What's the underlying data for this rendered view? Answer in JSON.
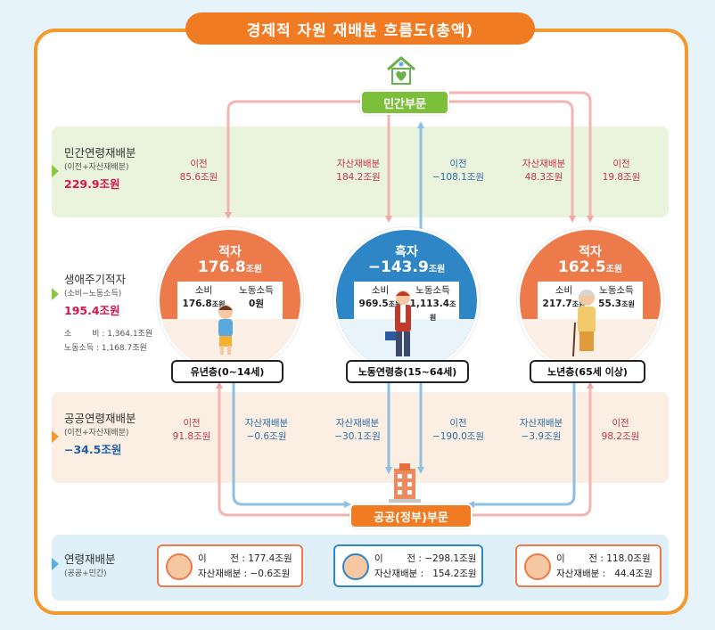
{
  "title": "경제적 자원 재배분 흐름도(총액)",
  "private_sector": "민간부문",
  "public_sector": "공공(정부)부문",
  "bands": {
    "private": {
      "label": "민간연령재배분",
      "sub": "(이전+자산재배분)",
      "value": "229.9조원"
    },
    "lifecycle": {
      "label": "생애주기적자",
      "sub": "(소비−노동소득)",
      "value": "195.4조원",
      "detail1": "소        비 : 1,364.1조원",
      "detail2": "노동소득 : 1,168.7조원"
    },
    "public": {
      "label": "공공연령재배분",
      "sub": "(이전+자산재배분)",
      "value": "−34.5조원"
    },
    "total": {
      "label": "연령재배분",
      "sub": "(공공+민간)"
    }
  },
  "private_flows": [
    {
      "label": "이전",
      "value": "85.6조원"
    },
    {
      "label": "자산재배분",
      "value": "184.2조원"
    },
    {
      "label": "이전",
      "value": "−108.1조원"
    },
    {
      "label": "자산재배분",
      "value": "48.3조원"
    },
    {
      "label": "이전",
      "value": "19.8조원"
    }
  ],
  "public_flows": [
    {
      "label": "이전",
      "value": "91.8조원"
    },
    {
      "label": "자산재배분",
      "value": "−0.6조원"
    },
    {
      "label": "자산재배분",
      "value": "−30.1조원"
    },
    {
      "label": "이전",
      "value": "−190.0조원"
    },
    {
      "label": "자산재배분",
      "value": "−3.9조원"
    },
    {
      "label": "이전",
      "value": "98.2조원"
    }
  ],
  "groups": [
    {
      "status": "적자",
      "amount": "176.8",
      "unit": "조원",
      "consumption_label": "소비",
      "consumption": "176.8",
      "consumption_unit": "조원",
      "labor_label": "노동소득",
      "labor": "0원",
      "labor_unit": "",
      "age": "유년층(0∼14세)",
      "color": "#ec7a4a"
    },
    {
      "status": "흑자",
      "amount": "−143.9",
      "unit": "조원",
      "consumption_label": "소비",
      "consumption": "969.5",
      "consumption_unit": "조원",
      "labor_label": "노동소득",
      "labor": "1,113.4",
      "labor_unit": "조원",
      "age": "노동연령층(15∼64세)",
      "color": "#2f86c6"
    },
    {
      "status": "적자",
      "amount": "162.5",
      "unit": "조원",
      "consumption_label": "소비",
      "consumption": "217.7",
      "consumption_unit": "조원",
      "labor_label": "노동소득",
      "labor": "55.3",
      "labor_unit": "조원",
      "age": "노년층(65세 이상)",
      "color": "#ec7a4a"
    }
  ],
  "totals": [
    {
      "line1": "이        전 : 177.4조원",
      "line2": "자산재배분 : −0.6조원",
      "color": "#ec7a4a"
    },
    {
      "line1": "이        전 : −298.1조원",
      "line2": "자산재배분 :   154.2조원",
      "color": "#2f86c6"
    },
    {
      "line1": "이        전 : 118.0조원",
      "line2": "자산재배분 :   44.4조원",
      "color": "#ec7a4a"
    }
  ],
  "colors": {
    "frame": "#f29a2e",
    "green": "#8cc63f",
    "red": "#d9134f",
    "blue": "#2f6eaa",
    "orange": "#f07b22"
  }
}
